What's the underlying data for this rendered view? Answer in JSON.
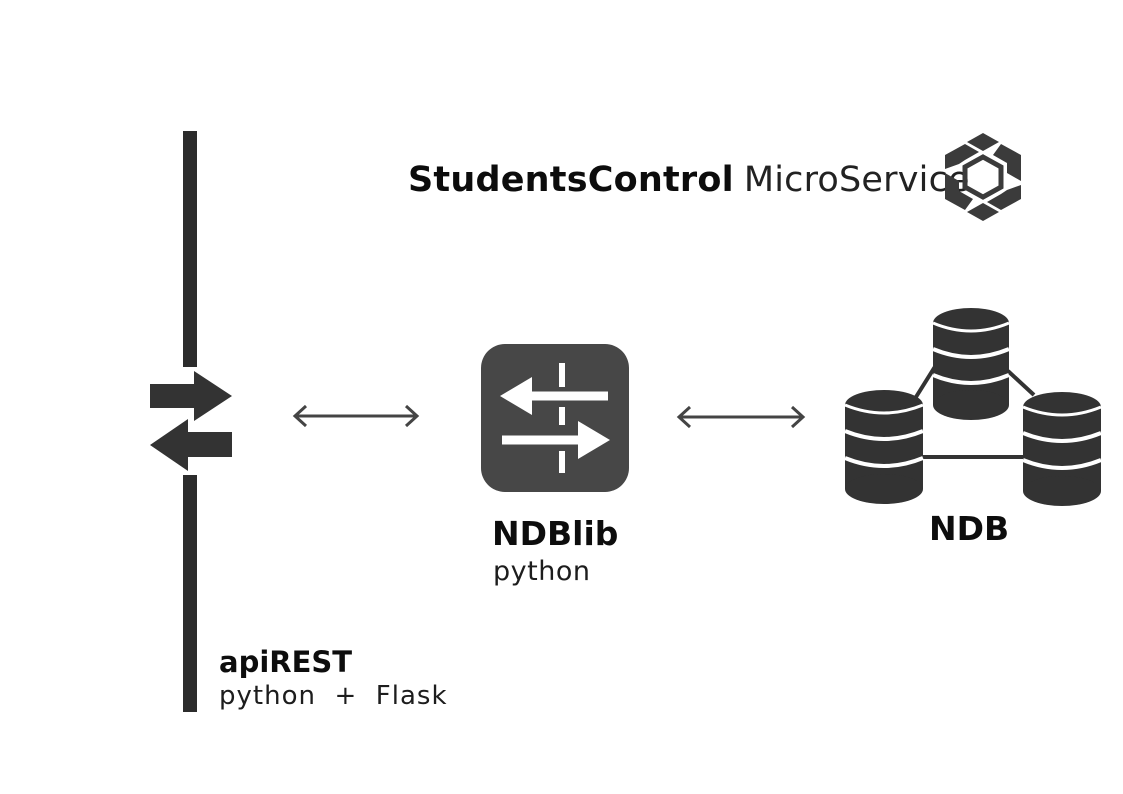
{
  "title": {
    "strong": "StudentsControl",
    "light": "MicroService"
  },
  "nodes": {
    "api": {
      "name": "apiREST",
      "subtitle": "python  +  Flask"
    },
    "ndblib": {
      "name": "NDBlib",
      "subtitle": "python"
    },
    "ndb": {
      "name": "NDB"
    }
  },
  "icons": {
    "logo": "hexagon-rotation-logo-icon",
    "api": "swap-arrows-icon",
    "link_api_ndblib": "double-arrow-icon",
    "ndblib": "transfer-arrows-icon",
    "link_ndblib_ndb": "double-arrow-icon",
    "ndb": "database-cluster-icon"
  },
  "colors": {
    "icon_dark": "#3a3a3a",
    "bar": "#2c2c2c",
    "text": "#111111"
  }
}
